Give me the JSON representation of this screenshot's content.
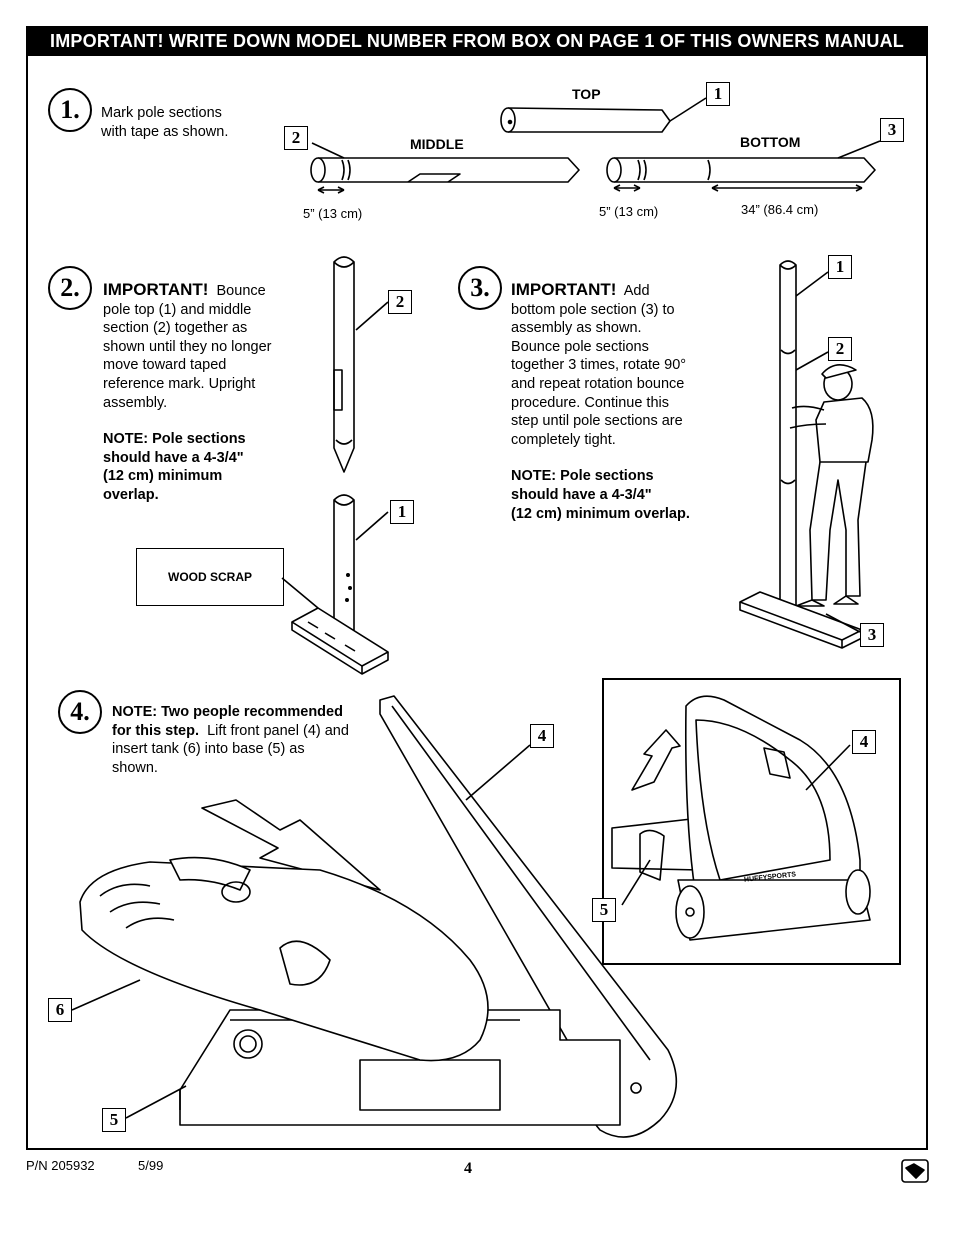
{
  "banner": "IMPORTANT!   WRITE DOWN MODEL NUMBER FROM BOX ON PAGE 1 OF THIS OWNERS MANUAL",
  "step1": {
    "number": "1.",
    "text_line1": "Mark pole sections",
    "text_line2": "with tape as shown.",
    "labels": {
      "top": "TOP",
      "middle": "MIDDLE",
      "bottom": "BOTTOM"
    },
    "callouts": {
      "top": "1",
      "middle": "2",
      "bottom": "3"
    },
    "dims": {
      "middle": "5”  (13 cm)",
      "bottom_short": "5” (13 cm)",
      "bottom_long": "34” (86.4 cm)"
    }
  },
  "step2": {
    "number": "2.",
    "important": "IMPORTANT!",
    "lines": [
      "Bounce",
      "pole top (1) and middle",
      "section (2) together as",
      "shown until they no longer",
      "move toward taped",
      "reference mark.  Upright",
      "assembly."
    ],
    "note": [
      "NOTE:  Pole sections",
      "should have a 4-3/4\"",
      "(12 cm) minimum",
      "overlap."
    ],
    "wood_scrap": "WOOD SCRAP",
    "callouts": {
      "upper": "2",
      "lower": "1"
    }
  },
  "step3": {
    "number": "3.",
    "important": "IMPORTANT!",
    "lines": [
      "Add",
      "bottom pole section (3) to",
      "assembly as shown.",
      "Bounce pole sections",
      "together 3 times, rotate 90°",
      "and repeat rotation bounce",
      "procedure.  Continue this",
      "step until pole sections are",
      "completely tight."
    ],
    "note": [
      "NOTE: Pole sections",
      "should have a 4-3/4\"",
      "(12 cm) minimum overlap."
    ],
    "callouts": {
      "top": "1",
      "middle": "2",
      "bottom": "3"
    }
  },
  "step4": {
    "number": "4.",
    "note_bold1": "NOTE: Two people recommended",
    "note_bold2": "for this step.",
    "note_rest2": "  Lift front panel (4) and",
    "line3": "insert tank (6) into base (5) as",
    "line4": "shown.",
    "callouts": {
      "panel": "4",
      "tank": "6",
      "base": "5",
      "inset_panel": "4",
      "inset_base": "5"
    },
    "brand": "HUFFYSPORTS"
  },
  "footer": {
    "part_number": "P/N 205932",
    "date": "5/99",
    "page": "4"
  }
}
